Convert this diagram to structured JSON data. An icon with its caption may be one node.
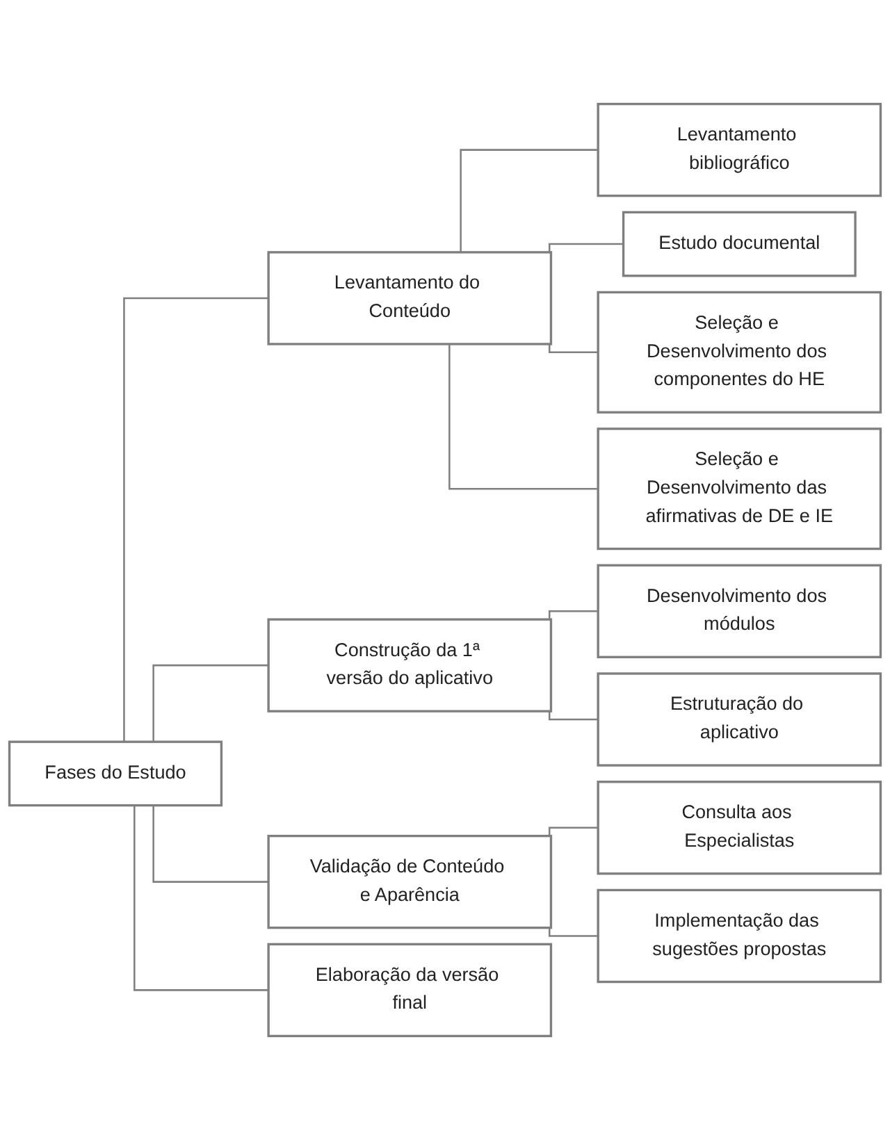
{
  "diagram": {
    "nodes": [
      {
        "text": [
          "Fases do Estudo"
        ]
      },
      {
        "text": [
          "Levantamento do Conteúdo"
        ]
      },
      {
        "text": [
          "Levantamento bibliográfico"
        ]
      },
      {
        "text": [
          "Estudo documental"
        ]
      },
      {
        "text": [
          "Seleção e Desenvolvimento dos componentes do HE"
        ]
      },
      {
        "text": [
          "Seleção e Desenvolvimento das afirmativas de DE e IE"
        ]
      },
      {
        "text": [
          "Construção da 1ª versão do aplicativo"
        ]
      },
      {
        "text": [
          "Desenvolvimento dos módulos"
        ]
      },
      {
        "text": [
          "Estruturação do aplicativo"
        ]
      },
      {
        "text": [
          "Validação de Conteúdo e Aparência"
        ]
      },
      {
        "text": [
          "Consulta aos Especialistas"
        ]
      },
      {
        "text": [
          "Implementação das sugestões propostas"
        ]
      },
      {
        "text": [
          "Elaboração da versão final"
        ]
      }
    ],
    "edges": [
      {
        "from": 0,
        "to": 1,
        "arrow": "none"
      },
      {
        "from": 0,
        "to": 6,
        "arrow": "none"
      },
      {
        "from": 0,
        "to": 9,
        "arrow": "none"
      },
      {
        "from": 0,
        "to": 12,
        "arrow": "none"
      },
      {
        "from": 1,
        "to": 2,
        "arrow": "none"
      },
      {
        "from": 1,
        "to": 3,
        "arrow": "none"
      },
      {
        "from": 1,
        "to": 4,
        "arrow": "none"
      },
      {
        "from": 1,
        "to": 5,
        "arrow": "none"
      },
      {
        "from": 6,
        "to": 7,
        "arrow": "none"
      },
      {
        "from": 6,
        "to": 8,
        "arrow": "none"
      },
      {
        "from": 9,
        "to": 10,
        "arrow": "none"
      },
      {
        "from": 9,
        "to": 11,
        "arrow": "none"
      }
    ]
  }
}
